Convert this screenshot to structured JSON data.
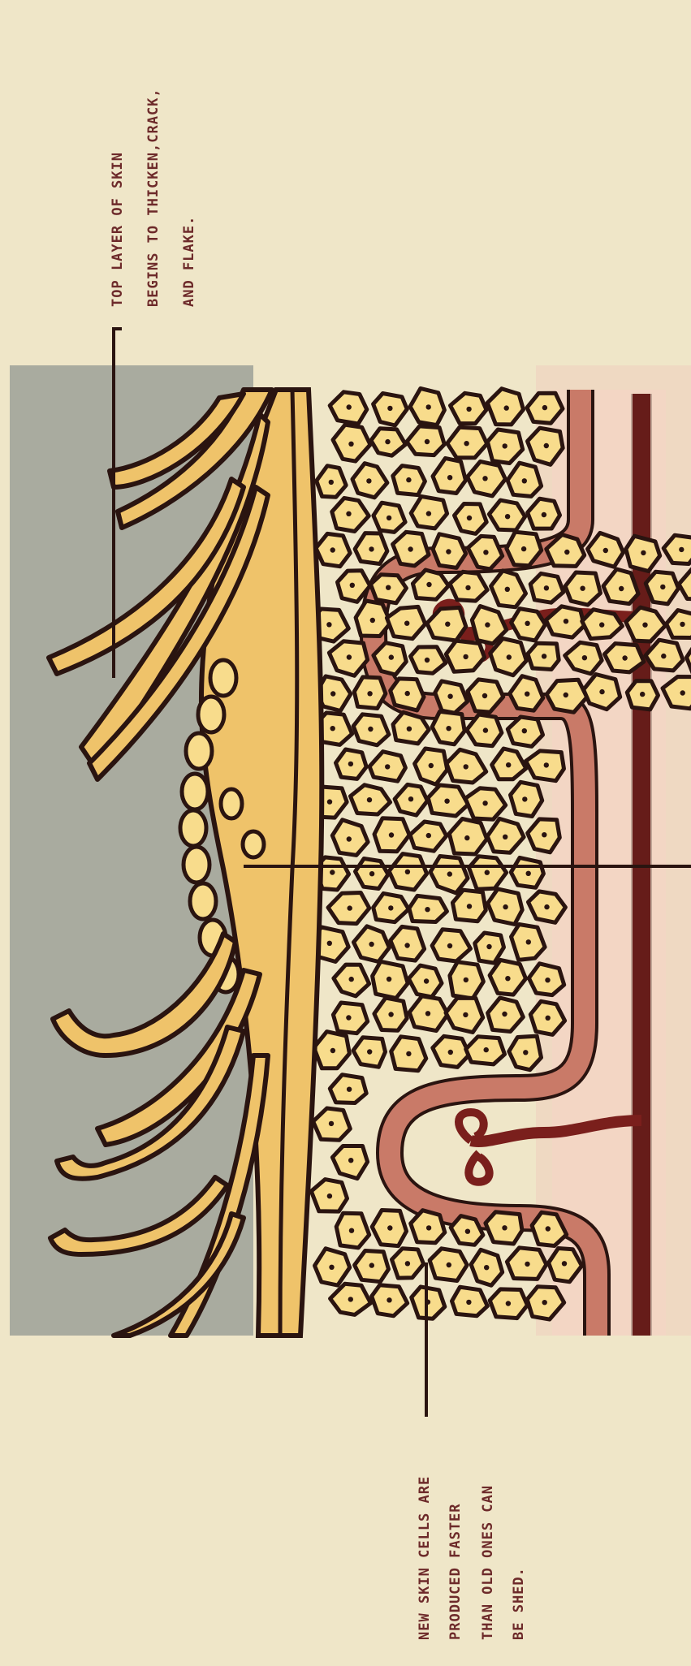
{
  "annotations": {
    "top": {
      "line1": "TOP LAYER OF SKIN",
      "line2": "BEGINS TO THICKEN,CRACK,",
      "line3": "AND FLAKE."
    },
    "bottom": {
      "line1": "NEW SKIN CELLS ARE",
      "line2": "PRODUCED FASTER",
      "line3": "THAN OLD ONES CAN",
      "line4": "BE SHED."
    }
  },
  "colors": {
    "background": "#efe6c8",
    "air": "#a9ab9f",
    "skin_layer": "#efc36a",
    "cell_fill": "#f8dc8c",
    "outline": "#2a1410",
    "dermis_band": "#c97a68",
    "vessel": "#7a1f1c",
    "caption_text": "#6d2a2a"
  },
  "icons": {
    "cell_nucleus": "dot"
  }
}
